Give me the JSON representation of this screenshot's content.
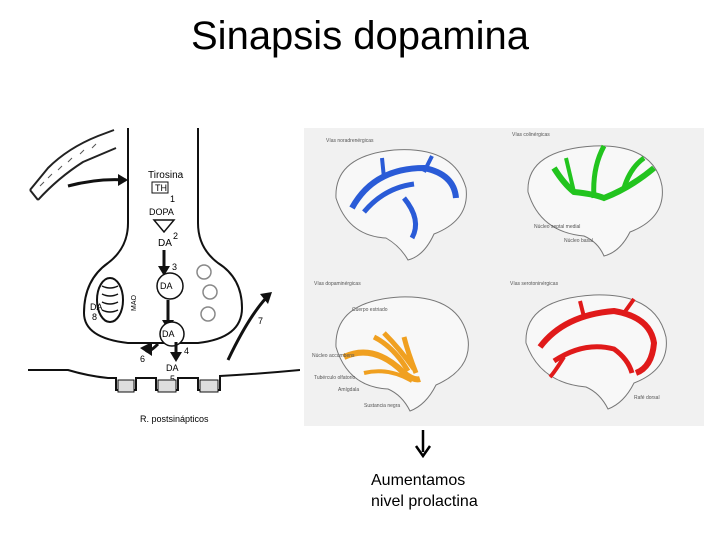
{
  "title": "Sinapsis dopamina",
  "synapse": {
    "precursor": "Tirosina",
    "enzyme": "TH",
    "step1": "1",
    "intermediate": "DOPA",
    "step2": "2",
    "da_synth": "DA",
    "step3": "3",
    "da_vesicle": "DA",
    "da_mito": "DA",
    "step8": "8",
    "mao": "MAO",
    "step7": "7",
    "da_release": "DA",
    "step6": "6",
    "step4": "4",
    "da_cleft": "DA",
    "step5": "5",
    "receptors": "R. postsinápticos"
  },
  "brains": [
    {
      "label": "Vías noradrenérgicas",
      "color": "#2a5bd7"
    },
    {
      "label": "Vías colinérgicas",
      "color": "#22c41e",
      "notes": [
        "Núcleo septal medial",
        "Núcleo basal"
      ]
    },
    {
      "label": "Vías dopaminérgicas",
      "color": "#f0a020",
      "notes": [
        "Cuerpo estriado",
        "Núcleo accumbens",
        "Tubérculo olfatorio",
        "Amígdala",
        "Sustancia negra"
      ]
    },
    {
      "label": "Vías serotoninérgicas",
      "color": "#e01a1a",
      "notes": [
        "Rafé dorsal"
      ]
    }
  ],
  "result": {
    "line1": "Aumentamos",
    "line2": "nivel prolactina"
  }
}
